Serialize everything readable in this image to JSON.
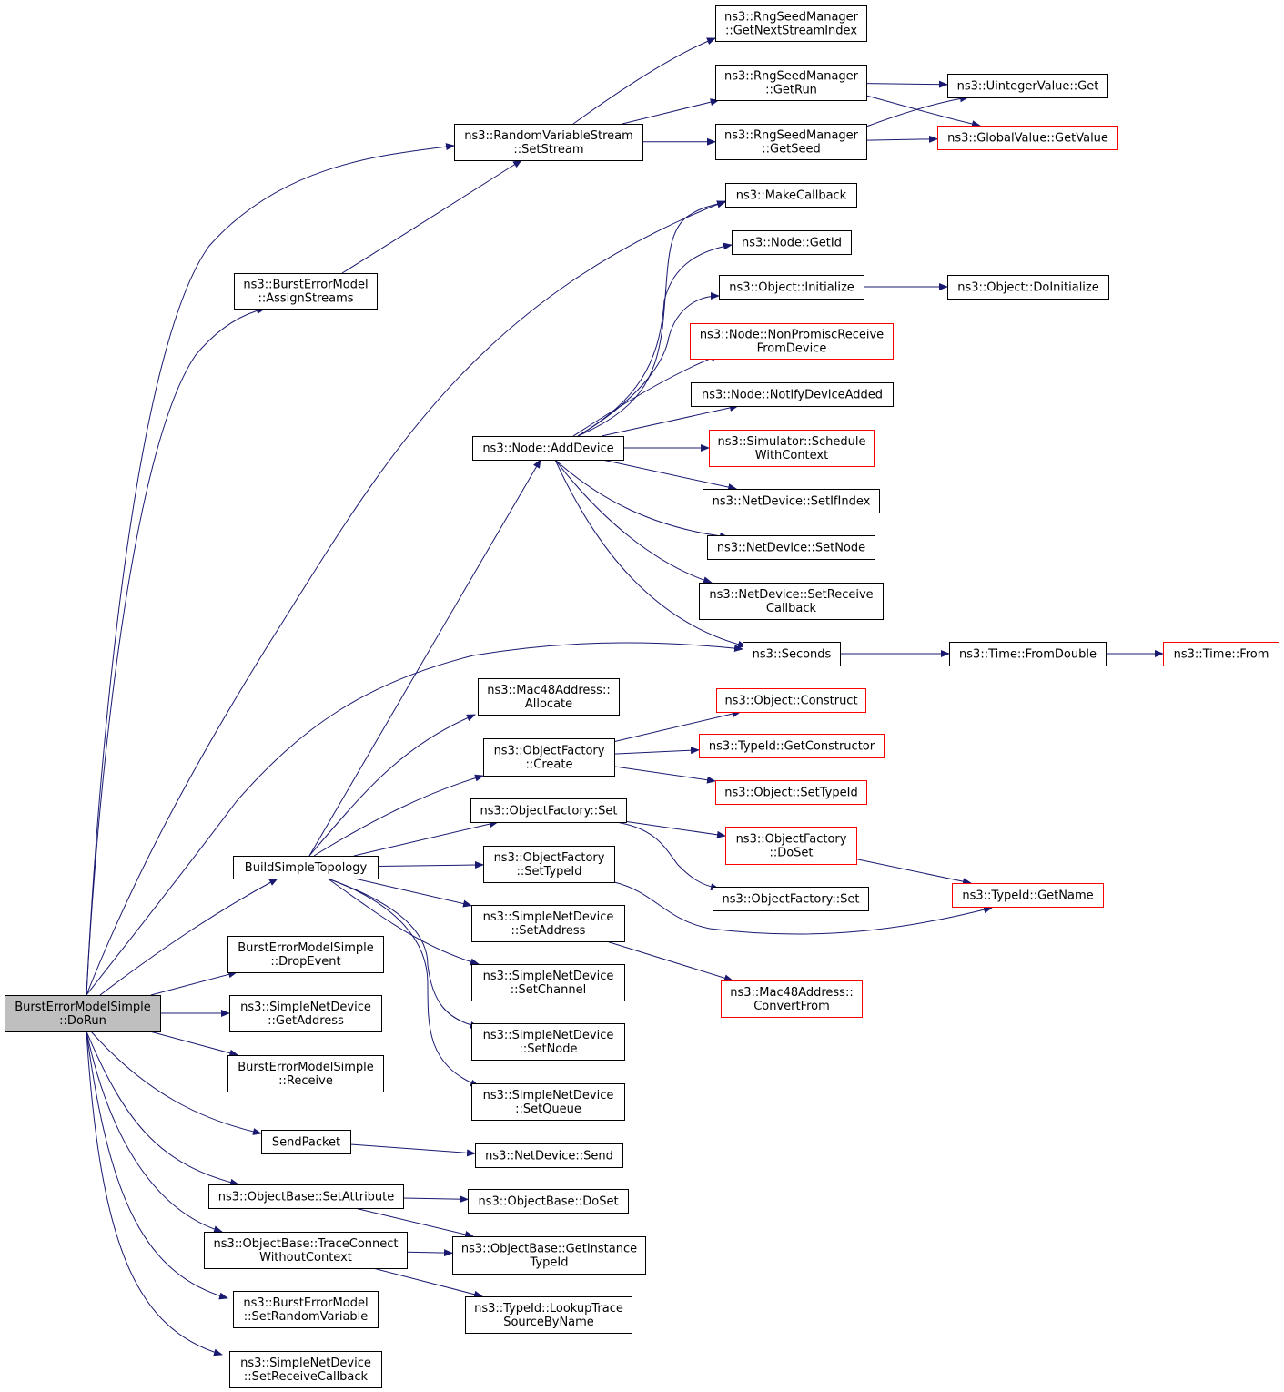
{
  "graph": {
    "title": "",
    "colors": {
      "edge": "#191970",
      "node_border": "#000000",
      "node_border_external": "#ff0000",
      "root_fill": "#bfbfbf",
      "node_fill": "#ffffff"
    },
    "nodes": {
      "root": {
        "lines": [
          "BurstErrorModelSimple",
          "::DoRun"
        ],
        "style": "root"
      },
      "rng_next": {
        "lines": [
          "ns3::RngSeedManager",
          "::GetNextStreamIndex"
        ],
        "style": "normal"
      },
      "rng_run": {
        "lines": [
          "ns3::RngSeedManager",
          "::GetRun"
        ],
        "style": "normal"
      },
      "rng_seed": {
        "lines": [
          "ns3::RngSeedManager",
          "::GetSeed"
        ],
        "style": "normal"
      },
      "uint_get": {
        "lines": [
          "ns3::UintegerValue::Get"
        ],
        "style": "normal"
      },
      "gv_get": {
        "lines": [
          "ns3::GlobalValue::GetValue"
        ],
        "style": "external"
      },
      "rvs_setstream": {
        "lines": [
          "ns3::RandomVariableStream",
          "::SetStream"
        ],
        "style": "normal"
      },
      "bem_assign": {
        "lines": [
          "ns3::BurstErrorModel",
          "::AssignStreams"
        ],
        "style": "normal"
      },
      "makecallback": {
        "lines": [
          "ns3::MakeCallback"
        ],
        "style": "normal"
      },
      "node_getid": {
        "lines": [
          "ns3::Node::GetId"
        ],
        "style": "normal"
      },
      "obj_init": {
        "lines": [
          "ns3::Object::Initialize"
        ],
        "style": "normal"
      },
      "obj_doinit": {
        "lines": [
          "ns3::Object::DoInitialize"
        ],
        "style": "normal"
      },
      "node_nonpromisc": {
        "lines": [
          "ns3::Node::NonPromiscReceive",
          "FromDevice"
        ],
        "style": "external"
      },
      "node_notify": {
        "lines": [
          "ns3::Node::NotifyDeviceAdded"
        ],
        "style": "normal"
      },
      "sim_schedule": {
        "lines": [
          "ns3::Simulator::Schedule",
          "WithContext"
        ],
        "style": "external"
      },
      "node_adddevice": {
        "lines": [
          "ns3::Node::AddDevice"
        ],
        "style": "normal"
      },
      "nd_setifindex": {
        "lines": [
          "ns3::NetDevice::SetIfIndex"
        ],
        "style": "normal"
      },
      "nd_setnode": {
        "lines": [
          "ns3::NetDevice::SetNode"
        ],
        "style": "normal"
      },
      "nd_setreceive": {
        "lines": [
          "ns3::NetDevice::SetReceive",
          "Callback"
        ],
        "style": "normal"
      },
      "seconds": {
        "lines": [
          "ns3::Seconds"
        ],
        "style": "normal"
      },
      "time_fromdouble": {
        "lines": [
          "ns3::Time::FromDouble"
        ],
        "style": "normal"
      },
      "time_from": {
        "lines": [
          "ns3::Time::From"
        ],
        "style": "external"
      },
      "mac_allocate": {
        "lines": [
          "ns3::Mac48Address::",
          "Allocate"
        ],
        "style": "normal"
      },
      "obj_construct": {
        "lines": [
          "ns3::Object::Construct"
        ],
        "style": "external"
      },
      "of_create": {
        "lines": [
          "ns3::ObjectFactory",
          "::Create"
        ],
        "style": "normal"
      },
      "tid_getconstructor": {
        "lines": [
          "ns3::TypeId::GetConstructor"
        ],
        "style": "external"
      },
      "obj_settypeid": {
        "lines": [
          "ns3::Object::SetTypeId"
        ],
        "style": "external"
      },
      "of_set": {
        "lines": [
          "ns3::ObjectFactory::Set"
        ],
        "style": "normal"
      },
      "of_doset": {
        "lines": [
          "ns3::ObjectFactory",
          "::DoSet"
        ],
        "style": "external"
      },
      "build_topology": {
        "lines": [
          "BuildSimpleTopology"
        ],
        "style": "normal"
      },
      "of_settypeid": {
        "lines": [
          "ns3::ObjectFactory",
          "::SetTypeId"
        ],
        "style": "normal"
      },
      "of_set2": {
        "lines": [
          "ns3::ObjectFactory::Set"
        ],
        "style": "normal"
      },
      "tid_getname": {
        "lines": [
          "ns3::TypeId::GetName"
        ],
        "style": "external"
      },
      "snd_setaddress": {
        "lines": [
          "ns3::SimpleNetDevice",
          "::SetAddress"
        ],
        "style": "normal"
      },
      "bems_drop": {
        "lines": [
          "BurstErrorModelSimple",
          "::DropEvent"
        ],
        "style": "normal"
      },
      "snd_setchannel": {
        "lines": [
          "ns3::SimpleNetDevice",
          "::SetChannel"
        ],
        "style": "normal"
      },
      "mac_convertfrom": {
        "lines": [
          "ns3::Mac48Address::",
          "ConvertFrom"
        ],
        "style": "external"
      },
      "snd_getaddress": {
        "lines": [
          "ns3::SimpleNetDevice",
          "::GetAddress"
        ],
        "style": "normal"
      },
      "snd_setnode": {
        "lines": [
          "ns3::SimpleNetDevice",
          "::SetNode"
        ],
        "style": "normal"
      },
      "bems_receive": {
        "lines": [
          "BurstErrorModelSimple",
          "::Receive"
        ],
        "style": "normal"
      },
      "snd_setqueue": {
        "lines": [
          "ns3::SimpleNetDevice",
          "::SetQueue"
        ],
        "style": "normal"
      },
      "sendpacket": {
        "lines": [
          "SendPacket"
        ],
        "style": "normal"
      },
      "nd_send": {
        "lines": [
          "ns3::NetDevice::Send"
        ],
        "style": "normal"
      },
      "ob_setattribute": {
        "lines": [
          "ns3::ObjectBase::SetAttribute"
        ],
        "style": "normal"
      },
      "ob_doset": {
        "lines": [
          "ns3::ObjectBase::DoSet"
        ],
        "style": "normal"
      },
      "ob_traceconnect": {
        "lines": [
          "ns3::ObjectBase::TraceConnect",
          "WithoutContext"
        ],
        "style": "normal"
      },
      "ob_getinstance": {
        "lines": [
          "ns3::ObjectBase::GetInstance",
          "TypeId"
        ],
        "style": "normal"
      },
      "bem_setrandom": {
        "lines": [
          "ns3::BurstErrorModel",
          "::SetRandomVariable"
        ],
        "style": "normal"
      },
      "tid_lookup": {
        "lines": [
          "ns3::TypeId::LookupTrace",
          "SourceByName"
        ],
        "style": "normal"
      },
      "snd_setreceivecb": {
        "lines": [
          "ns3::SimpleNetDevice",
          "::SetReceiveCallback"
        ],
        "style": "normal"
      }
    },
    "edges": [
      [
        "root",
        "rvs_setstream"
      ],
      [
        "root",
        "bem_assign"
      ],
      [
        "root",
        "makecallback"
      ],
      [
        "root",
        "seconds"
      ],
      [
        "root",
        "build_topology"
      ],
      [
        "root",
        "bems_drop"
      ],
      [
        "root",
        "snd_getaddress"
      ],
      [
        "root",
        "bems_receive"
      ],
      [
        "root",
        "sendpacket"
      ],
      [
        "root",
        "ob_setattribute"
      ],
      [
        "root",
        "ob_traceconnect"
      ],
      [
        "root",
        "bem_setrandom"
      ],
      [
        "root",
        "snd_setreceivecb"
      ],
      [
        "rvs_setstream",
        "rng_next"
      ],
      [
        "rvs_setstream",
        "rng_run"
      ],
      [
        "rvs_setstream",
        "rng_seed"
      ],
      [
        "rng_run",
        "uint_get"
      ],
      [
        "rng_run",
        "gv_get"
      ],
      [
        "rng_seed",
        "uint_get"
      ],
      [
        "rng_seed",
        "gv_get"
      ],
      [
        "bem_assign",
        "rvs_setstream"
      ],
      [
        "node_adddevice",
        "makecallback"
      ],
      [
        "node_adddevice",
        "node_getid"
      ],
      [
        "node_adddevice",
        "obj_init"
      ],
      [
        "node_adddevice",
        "node_nonpromisc"
      ],
      [
        "node_adddevice",
        "node_notify"
      ],
      [
        "node_adddevice",
        "sim_schedule"
      ],
      [
        "node_adddevice",
        "nd_setifindex"
      ],
      [
        "node_adddevice",
        "nd_setnode"
      ],
      [
        "node_adddevice",
        "nd_setreceive"
      ],
      [
        "node_adddevice",
        "seconds"
      ],
      [
        "obj_init",
        "obj_doinit"
      ],
      [
        "seconds",
        "time_fromdouble"
      ],
      [
        "time_fromdouble",
        "time_from"
      ],
      [
        "build_topology",
        "node_adddevice"
      ],
      [
        "build_topology",
        "mac_allocate"
      ],
      [
        "build_topology",
        "of_create"
      ],
      [
        "build_topology",
        "of_set"
      ],
      [
        "build_topology",
        "of_settypeid"
      ],
      [
        "build_topology",
        "snd_setaddress"
      ],
      [
        "build_topology",
        "snd_setchannel"
      ],
      [
        "build_topology",
        "snd_setnode"
      ],
      [
        "build_topology",
        "snd_setqueue"
      ],
      [
        "of_create",
        "obj_construct"
      ],
      [
        "of_create",
        "tid_getconstructor"
      ],
      [
        "of_create",
        "obj_settypeid"
      ],
      [
        "of_set",
        "of_doset"
      ],
      [
        "of_set",
        "of_set2"
      ],
      [
        "of_doset",
        "tid_getname"
      ],
      [
        "of_settypeid",
        "tid_getname"
      ],
      [
        "snd_setaddress",
        "mac_convertfrom"
      ],
      [
        "sendpacket",
        "nd_send"
      ],
      [
        "ob_setattribute",
        "ob_doset"
      ],
      [
        "ob_setattribute",
        "ob_getinstance"
      ],
      [
        "ob_traceconnect",
        "ob_getinstance"
      ],
      [
        "ob_traceconnect",
        "tid_lookup"
      ]
    ]
  }
}
